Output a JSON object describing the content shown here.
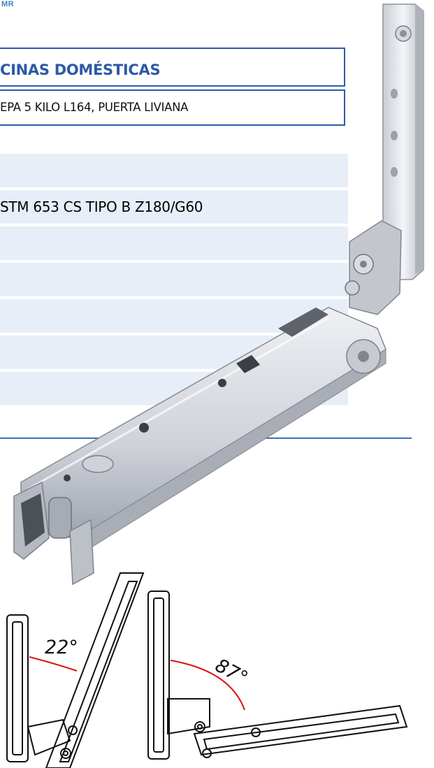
{
  "header": {
    "logo_text": "MR",
    "title": "CINAS DOMÉSTICAS",
    "subtitle": "EPA 5 KILO L164, PUERTA LIVIANA"
  },
  "spec_rows": [
    {
      "text": ""
    },
    {
      "text": "STM 653 CS TIPO B Z180/G60"
    },
    {
      "text": ""
    },
    {
      "text": ""
    },
    {
      "text": ""
    },
    {
      "text": ""
    },
    {
      "text": ""
    }
  ],
  "diagram": {
    "angle_left": "22°",
    "angle_right": "87°"
  },
  "colors": {
    "accent": "#2e59a7",
    "row_bg": "#e8eef8",
    "angle_arc": "#e01010"
  }
}
